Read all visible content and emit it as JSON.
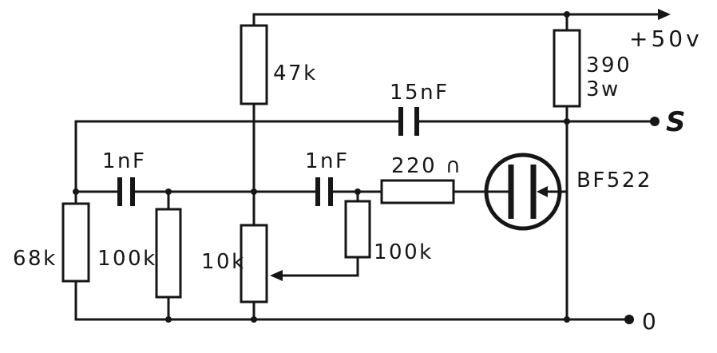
{
  "diagram": {
    "kind": "hand-drawn circuit schematic",
    "supply_label": "+50v",
    "output_label": "S",
    "ground_label": "0",
    "transistor_label": "BF522",
    "components": {
      "r47k": "47k",
      "r390_value": "390",
      "r390_power": "3w",
      "c15n": "15nF",
      "c1n_left": "1nF",
      "c1n_mid": "1nF",
      "r220": "220 ∩",
      "r68k": "68k",
      "r100k_left": "100k",
      "r10k": "10k",
      "r100k_right": "100k"
    },
    "colors": {
      "ink": "#161616",
      "paper": "#ffffff"
    }
  }
}
